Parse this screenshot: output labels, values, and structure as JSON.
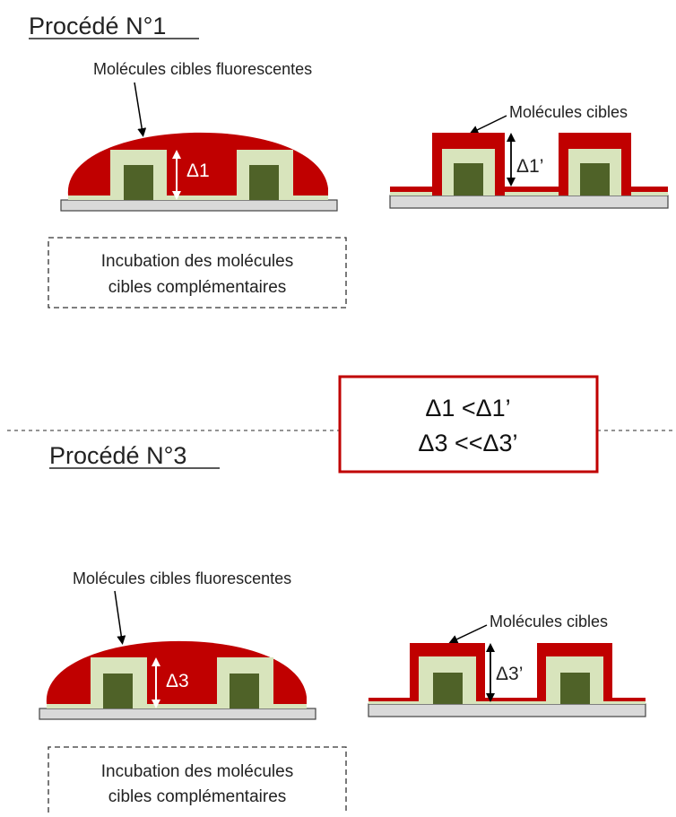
{
  "process1": {
    "title": "Procédé N°1",
    "left_label": "Molécules cibles fluorescentes",
    "delta_left": "Δ1",
    "right_label": "Molécules cibles",
    "delta_right": "Δ1’",
    "incubation_line1": "Incubation des molécules",
    "incubation_line2": "cibles complémentaires"
  },
  "comparison": {
    "line1": "Δ1 <Δ1’",
    "line2": "Δ3 <<Δ3’"
  },
  "process3": {
    "title": "Procédé N°3",
    "left_label": "Molécules cibles fluorescentes",
    "delta_left": "Δ3",
    "right_label": "Molécules cibles",
    "delta_right": "Δ3’",
    "incubation_line1": "Incubation des molécules",
    "incubation_line2": "cibles complémentaires"
  },
  "colors": {
    "target_red": "#c00000",
    "pillar_outer": "#d8e4bc",
    "pillar_core": "#4f6228",
    "substrate": "#d9d9d9",
    "box_border": "#c00000"
  }
}
